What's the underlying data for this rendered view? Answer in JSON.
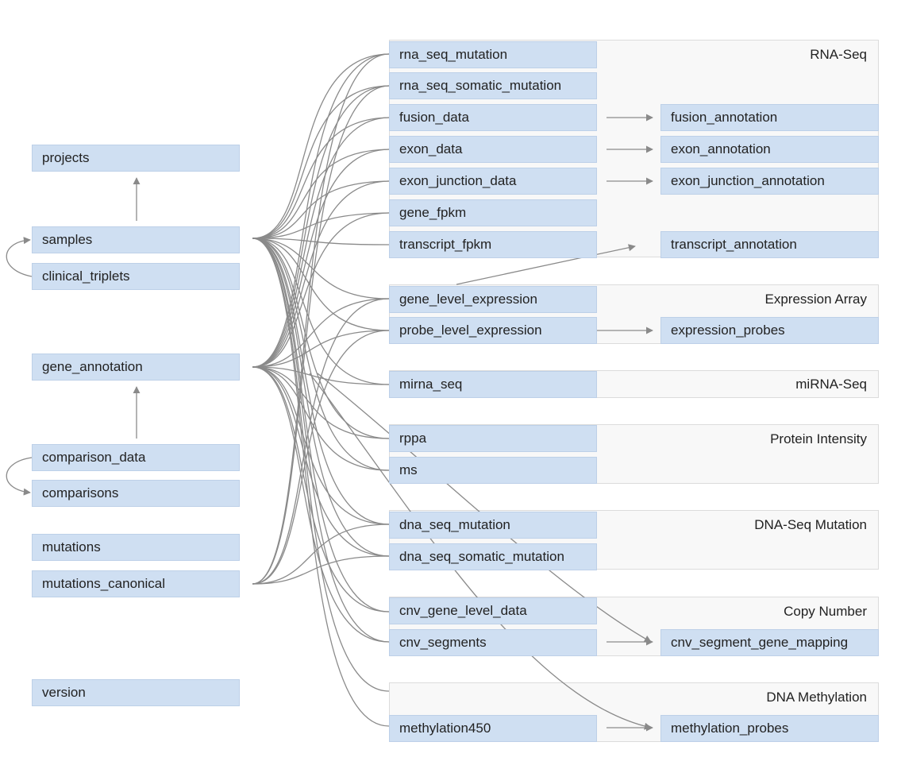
{
  "left_nodes": {
    "projects": "projects",
    "samples": "samples",
    "clinical_triplets": "clinical_triplets",
    "gene_annotation": "gene_annotation",
    "comparison_data": "comparison_data",
    "comparisons": "comparisons",
    "mutations": "mutations",
    "mutations_canonical": "mutations_canonical",
    "version": "version"
  },
  "groups": {
    "rna_seq": "RNA-Seq",
    "expression_array": "Expression Array",
    "mirna_seq": "miRNA-Seq",
    "protein_intensity": "Protein Intensity",
    "dna_seq_mutation": "DNA-Seq Mutation",
    "copy_number": "Copy Number",
    "dna_methylation": "DNA Methylation"
  },
  "data_nodes": {
    "rna_seq_mutation": "rna_seq_mutation",
    "rna_seq_somatic_mutation": "rna_seq_somatic_mutation",
    "fusion_data": "fusion_data",
    "exon_data": "exon_data",
    "exon_junction_data": "exon_junction_data",
    "gene_fpkm": "gene_fpkm",
    "transcript_fpkm": "transcript_fpkm",
    "gene_level_expression": "gene_level_expression",
    "probe_level_expression": "probe_level_expression",
    "mirna_seq": "mirna_seq",
    "rppa": "rppa",
    "ms": "ms",
    "dna_seq_mutation": "dna_seq_mutation",
    "dna_seq_somatic_mutation": "dna_seq_somatic_mutation",
    "cnv_gene_level_data": "cnv_gene_level_data",
    "cnv_segments": "cnv_segments",
    "methylation450": "methylation450"
  },
  "annotation_nodes": {
    "fusion_annotation": "fusion_annotation",
    "exon_annotation": "exon_annotation",
    "exon_junction_annotation": "exon_junction_annotation",
    "transcript_annotation": "transcript_annotation",
    "expression_probes": "expression_probes",
    "cnv_segment_gene_mapping": "cnv_segment_gene_mapping",
    "methylation_probes": "methylation_probes"
  },
  "colors": {
    "node_fill": "#cfdff2",
    "group_fill": "#f8f8f8",
    "edge": "#8a8a8a"
  }
}
